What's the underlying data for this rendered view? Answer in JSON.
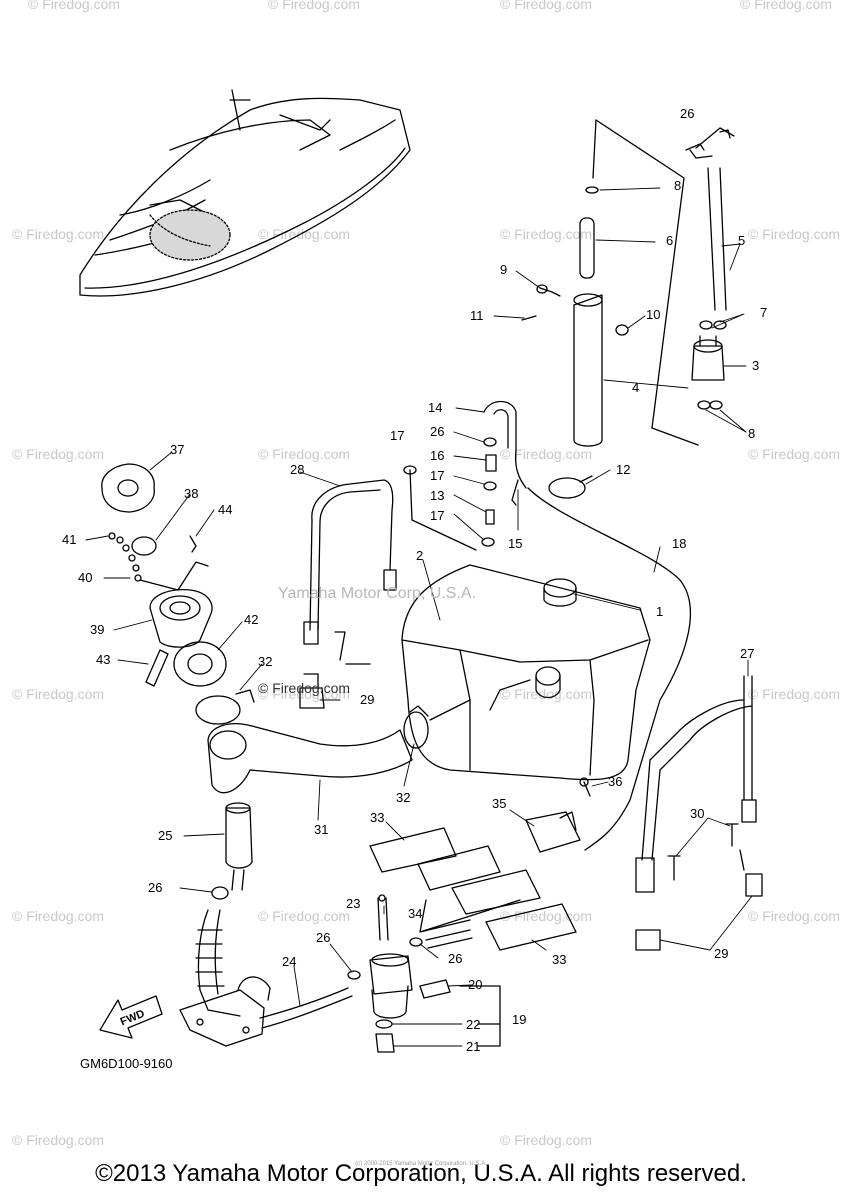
{
  "diagram": {
    "code": "GM6D100-9160",
    "fwd_label": "FWD",
    "center_watermark": "Yamaha Motor Corp, U.S.A.",
    "inline_watermark": "© Firedog.com",
    "copyright": "©2013 Yamaha Motor Corporation, U.S.A. All rights reserved.",
    "small_credit": "(c) 2000-2015 Yamaha Motor Corporation, U.S.A."
  },
  "watermarks": {
    "text": "© Firedog.com",
    "items": [
      "© Firedog.com",
      "© Firedog.com",
      "© Firedog.com",
      "© Firedog.com",
      "© Firedog.com",
      "© Firedog.com",
      "© Firedog.com",
      "© Firedog.com",
      "© Firedog.com",
      "© Firedog.com",
      "© Firedog.com",
      "© Firedog.com",
      "© Firedog.com",
      "© Firedog.com",
      "© Firedog.com",
      "© Firedog.com",
      "© Firedog.com",
      "© Firedog.com",
      "© Firedog.com",
      "© Firedog.com",
      "© Firedog.com",
      "© Firedog.com"
    ]
  },
  "callouts": [
    "26",
    "8",
    "6",
    "5",
    "9",
    "10",
    "7",
    "11",
    "3",
    "4",
    "8",
    "14",
    "26",
    "17",
    "16",
    "17",
    "12",
    "13",
    "15",
    "17",
    "18",
    "2",
    "1",
    "37",
    "28",
    "38",
    "44",
    "41",
    "40",
    "39",
    "42",
    "43",
    "32",
    "29",
    "27",
    "32",
    "31",
    "36",
    "35",
    "30",
    "33",
    "25",
    "26",
    "23",
    "34",
    "26",
    "26",
    "20",
    "19",
    "24",
    "22",
    "21",
    "33",
    "29"
  ]
}
